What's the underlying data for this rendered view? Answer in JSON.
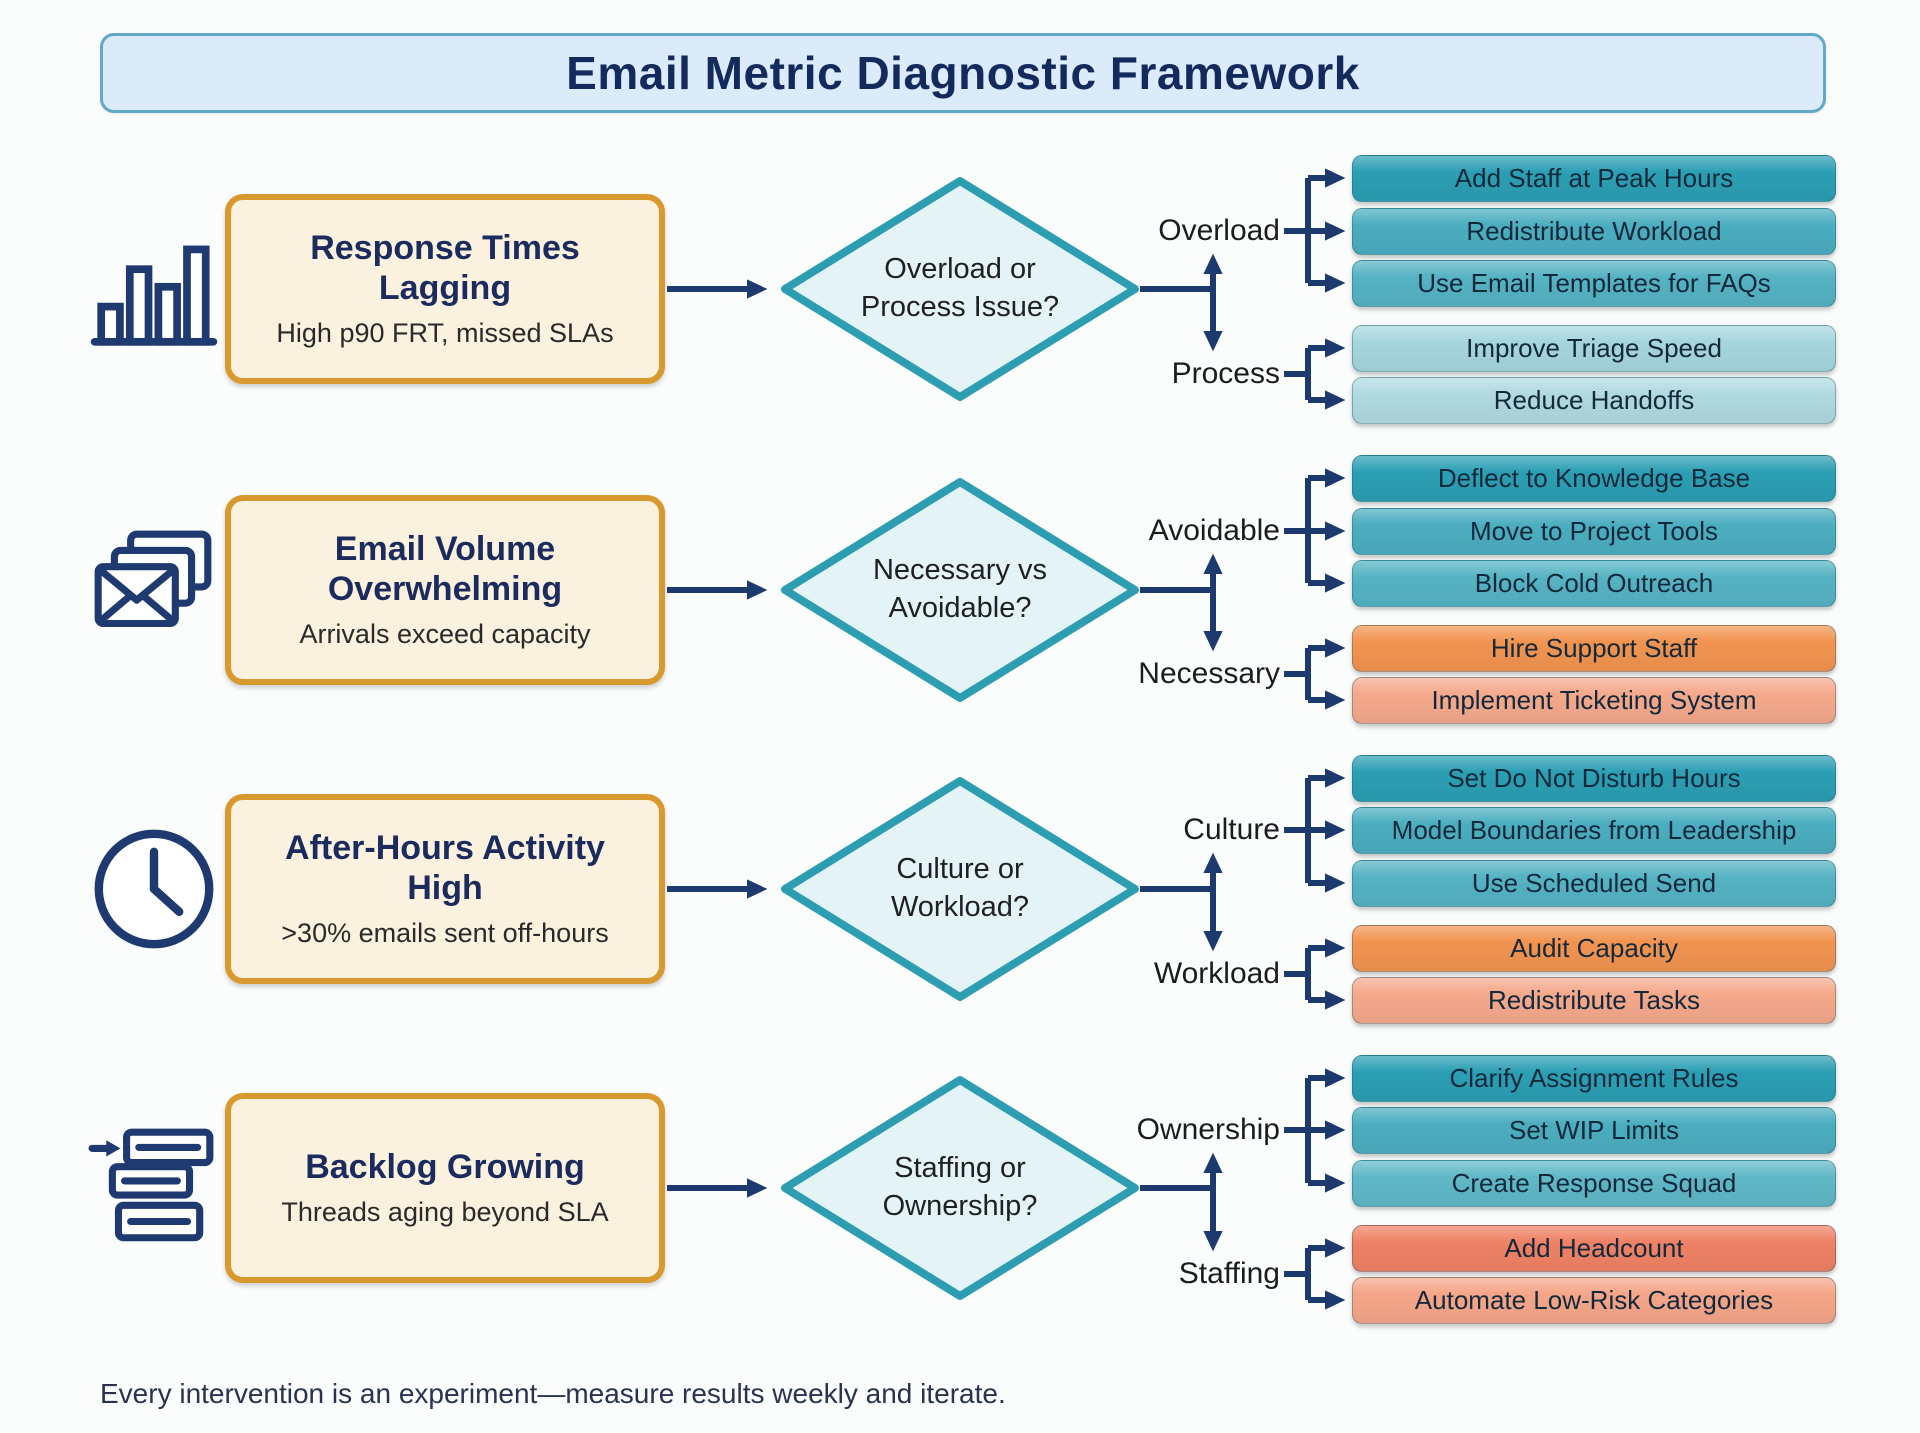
{
  "title": "Email Metric Diagnostic Framework",
  "footer": "Every intervention is an experiment—measure results weekly and iterate.",
  "colors": {
    "background": "#FBFCFC",
    "navy_arrow": "#1D3A6F",
    "icon_navy": "#1E3A70",
    "title_fill": "#DCEBFA",
    "title_border": "#61A9C6",
    "problem_fill": "#FAF1DE",
    "problem_border": "#D89A2E",
    "diamond_fill": "#E4F3F6",
    "diamond_border": "#2D9DB2"
  },
  "rows": [
    {
      "icon": "bar-chart-icon",
      "problem": {
        "title": "Response Times Lagging",
        "subtitle": "High p90 FRT, missed SLAs"
      },
      "decision": {
        "line1": "Overload or",
        "line2": "Process Issue?"
      },
      "branches": [
        {
          "label": "Overload",
          "actions": [
            {
              "label": "Add Staff at Peak Hours",
              "color": "#2C9FB4"
            },
            {
              "label": "Redistribute Workload",
              "color": "#4BAEC0"
            },
            {
              "label": "Use Email Templates for FAQs",
              "color": "#55B3C3"
            }
          ]
        },
        {
          "label": "Process",
          "actions": [
            {
              "label": "Improve Triage Speed",
              "color": "#A6D6DD"
            },
            {
              "label": "Reduce Handoffs",
              "color": "#B0DAE0"
            }
          ]
        }
      ]
    },
    {
      "icon": "envelopes-icon",
      "problem": {
        "title": "Email Volume Overwhelming",
        "subtitle": "Arrivals exceed capacity"
      },
      "decision": {
        "line1": "Necessary vs",
        "line2": "Avoidable?"
      },
      "branches": [
        {
          "label": "Avoidable",
          "actions": [
            {
              "label": "Deflect to Knowledge Base",
              "color": "#2C9FB4"
            },
            {
              "label": "Move to Project Tools",
              "color": "#4BAEC0"
            },
            {
              "label": "Block Cold Outreach",
              "color": "#55B3C3"
            }
          ]
        },
        {
          "label": "Necessary",
          "actions": [
            {
              "label": "Hire Support Staff",
              "color": "#F29450"
            },
            {
              "label": "Implement Ticketing System",
              "color": "#F5A98C"
            }
          ]
        }
      ]
    },
    {
      "icon": "clock-icon",
      "problem": {
        "title": "After-Hours Activity High",
        "subtitle": ">30% emails sent off-hours"
      },
      "decision": {
        "line1": "Culture or",
        "line2": "Workload?"
      },
      "branches": [
        {
          "label": "Culture",
          "actions": [
            {
              "label": "Set Do Not Disturb Hours",
              "color": "#2C9FB4"
            },
            {
              "label": "Model Boundaries from Leadership",
              "color": "#4BAEC0"
            },
            {
              "label": "Use Scheduled Send",
              "color": "#55B3C3"
            }
          ]
        },
        {
          "label": "Workload",
          "actions": [
            {
              "label": "Audit Capacity",
              "color": "#F29450"
            },
            {
              "label": "Redistribute Tasks",
              "color": "#F5A98C"
            }
          ]
        }
      ]
    },
    {
      "icon": "backlog-icon",
      "problem": {
        "title": "Backlog Growing",
        "subtitle": "Threads aging beyond SLA"
      },
      "decision": {
        "line1": "Staffing or",
        "line2": "Ownership?"
      },
      "branches": [
        {
          "label": "Ownership",
          "actions": [
            {
              "label": "Clarify Assignment Rules",
              "color": "#2C9FB4"
            },
            {
              "label": "Set WIP Limits",
              "color": "#4BAEC0"
            },
            {
              "label": "Create Response Squad",
              "color": "#60B8C7"
            }
          ]
        },
        {
          "label": "Staffing",
          "actions": [
            {
              "label": "Add Headcount",
              "color": "#EF8265"
            },
            {
              "label": "Automate Low-Risk Categories",
              "color": "#F5A689"
            }
          ]
        }
      ]
    }
  ]
}
